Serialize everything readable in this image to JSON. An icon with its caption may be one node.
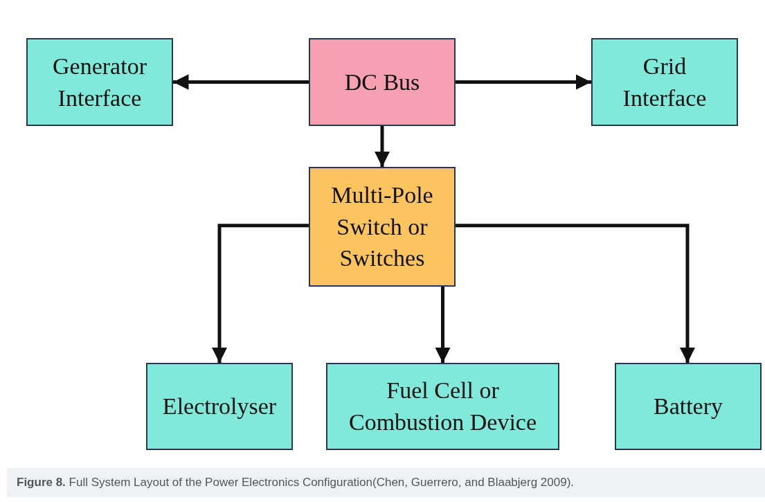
{
  "diagram": {
    "caption": "**Figure 8.** Full System Layout of the Power Electronics Configuration(Chen, Guerrero, and Blaabjerg 2009).",
    "nodes": [
      {
        "text": [
          "Generator Interface"
        ]
      },
      {
        "text": [
          "DC Bus"
        ]
      },
      {
        "text": [
          "Grid Interface"
        ]
      },
      {
        "text": [
          "Multi-Pole Switch or Switches"
        ]
      },
      {
        "text": [
          "Electrolyser"
        ]
      },
      {
        "text": [
          "Fuel Cell or Combustion Device"
        ]
      },
      {
        "text": [
          "Battery"
        ]
      }
    ],
    "edges": [
      {
        "from": 1,
        "to": 0,
        "arrow": "to"
      },
      {
        "from": 1,
        "to": 2,
        "arrow": "to"
      },
      {
        "from": 1,
        "to": 3,
        "arrow": "to"
      },
      {
        "from": 3,
        "to": 4,
        "arrow": "to"
      },
      {
        "from": 3,
        "to": 5,
        "arrow": "to"
      },
      {
        "from": 3,
        "to": 6,
        "arrow": "to"
      }
    ]
  }
}
